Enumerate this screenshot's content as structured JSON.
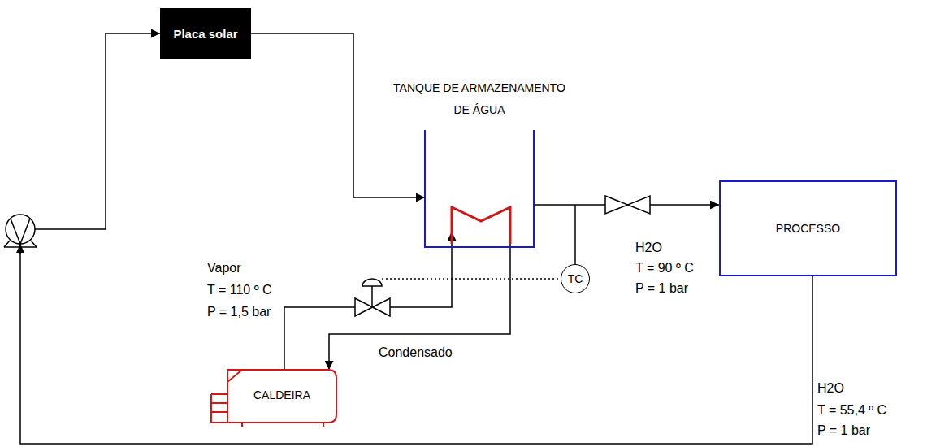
{
  "diagram": {
    "nodes": [
      {
        "text": [
          "Placa solar"
        ]
      },
      {
        "text": [
          "TANQUE DE ARMAZENAMENTO DE ÁGUA"
        ]
      },
      {
        "text": [
          "PROCESSO"
        ]
      },
      {
        "text": [
          "TC"
        ]
      },
      {
        "text": [
          "CALDEIRA"
        ]
      }
    ],
    "edges": [
      {
        "from": 0,
        "to": 1,
        "arrow": "to"
      },
      {
        "from": 1,
        "to": 2,
        "arrow": "to"
      },
      {
        "from": 2,
        "to": 0,
        "arrow": "to"
      },
      {
        "from": 4,
        "to": 1,
        "arrow": "to"
      },
      {
        "from": 1,
        "to": 4,
        "arrow": "to"
      }
    ],
    "labels": [
      "Vapor",
      "T = 110 º C",
      "P = 1,5 bar",
      "Condensado",
      "H2O",
      "T = 90 º C",
      "P = 1 bar",
      "H2O",
      "T = 55,4 º C",
      "P = 1 bar"
    ]
  }
}
